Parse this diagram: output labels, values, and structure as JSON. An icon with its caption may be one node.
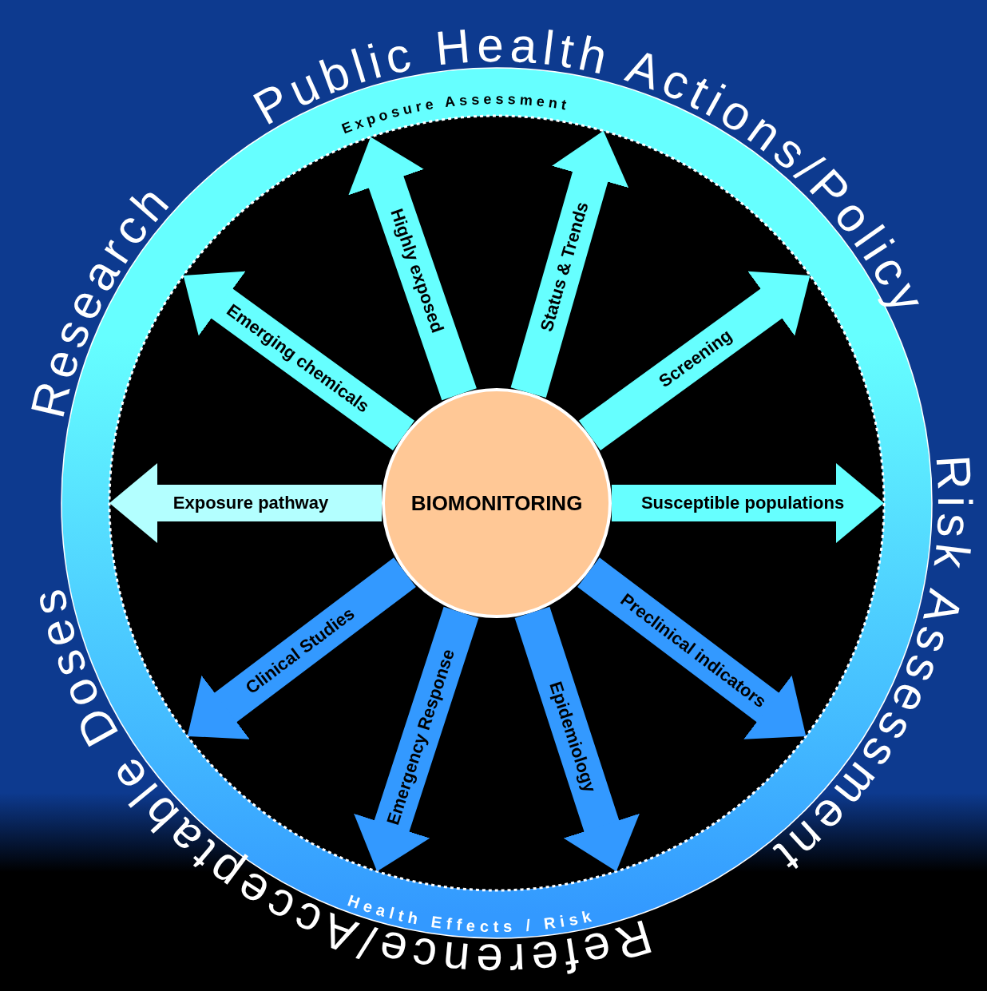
{
  "diagram": {
    "nodes": [
      {
        "text": [
          "Exposure Assessment",
          "Health Effects / Risk"
        ]
      },
      {
        "text": [
          "BIOMONITORING"
        ],
        "in": 0
      }
    ],
    "edges": [
      {
        "from": 1,
        "to": 0,
        "arrow": "to",
        "label": "Emerging chemicals"
      },
      {
        "from": 1,
        "to": 0,
        "arrow": "to",
        "label": "Highly exposed"
      },
      {
        "from": 1,
        "to": 0,
        "arrow": "to",
        "label": "Status & Trends"
      },
      {
        "from": 1,
        "to": 0,
        "arrow": "to",
        "label": "Screening"
      },
      {
        "from": 1,
        "to": 0,
        "arrow": "to",
        "label": "Exposure pathway",
        "color": "#b3ffff"
      },
      {
        "from": 1,
        "to": 0,
        "arrow": "to",
        "label": "Susceptible populations"
      },
      {
        "from": 1,
        "to": 0,
        "arrow": "to",
        "label": "Clinical Studies",
        "color": "#3399ff"
      },
      {
        "from": 1,
        "to": 0,
        "arrow": "to",
        "label": "Preclinical indicators",
        "color": "#3399ff"
      },
      {
        "from": 1,
        "to": 0,
        "arrow": "to",
        "label": "Emergency Response",
        "color": "#3399ff"
      },
      {
        "from": 1,
        "to": 0,
        "arrow": "to",
        "label": "Epidemiology",
        "color": "#3399ff"
      }
    ],
    "labels": [
      "Research",
      "Public Health Actions/Policy",
      "Risk Assessment",
      "Reference/Acceptable Doses"
    ]
  }
}
